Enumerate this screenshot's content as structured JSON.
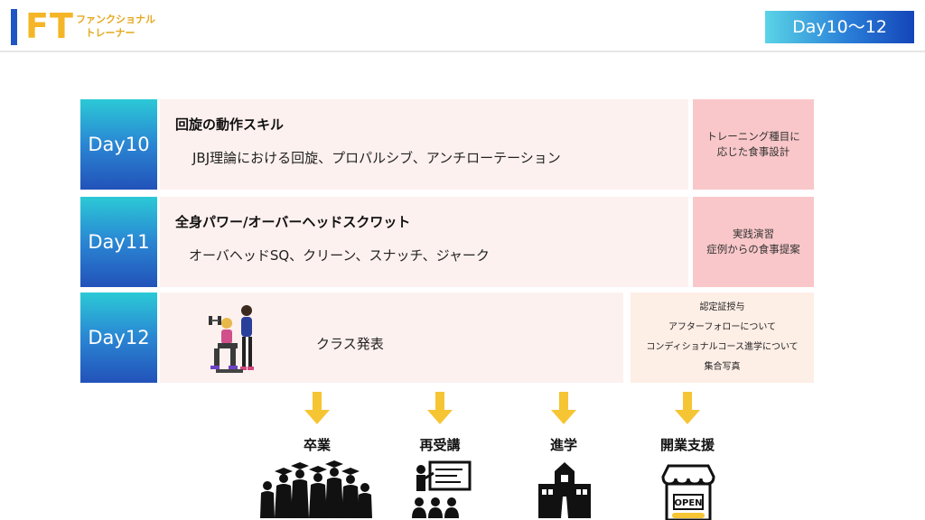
{
  "header": {
    "brand_logo": "FT",
    "brand_line1": "ファンクショナル",
    "brand_line2": "トレーナー",
    "day_range": "Day10〜12"
  },
  "rows": [
    {
      "day": "Day10",
      "title": "回旋の動作スキル",
      "description": "JBJ理論における回旋、プロパルシブ、アンチローテーション",
      "side": [
        "トレーニング種目に",
        "応じた食事設計"
      ]
    },
    {
      "day": "Day11",
      "title": "全身パワー/オーバーヘッドスクワット",
      "description": "オーバヘッドSQ、クリーン、スナッチ、ジャーク",
      "side": [
        "実践演習",
        "症例からの食事提案"
      ]
    },
    {
      "day": "Day12",
      "description": "クラス発表",
      "side": [
        "認定証授与",
        "アフターフォローについて",
        "コンディショナルコース進学について",
        "集合写真"
      ]
    }
  ],
  "outcomes": [
    {
      "label": "卒業",
      "icon": "graduation-crowd-icon"
    },
    {
      "label": "再受講",
      "icon": "lecture-presenter-icon"
    },
    {
      "label": "進学",
      "icon": "school-building-icon"
    },
    {
      "label": "開業支援",
      "icon": "open-shop-icon"
    }
  ],
  "colors": {
    "accent_blue": "#1f56c4",
    "brand_yellow": "#f4b526",
    "arrow_yellow": "#f6c534",
    "row_bg": "#fdf1ef",
    "side_pink": "#f9c7c9"
  }
}
